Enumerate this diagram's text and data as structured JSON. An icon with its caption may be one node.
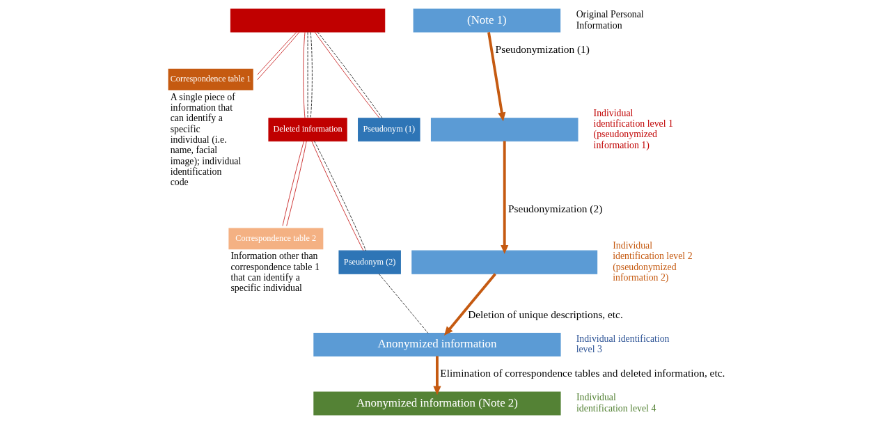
{
  "diagram": {
    "nodes": [
      {
        "text": [],
        "shape": "box"
      },
      {
        "text": [
          "(Note 1)"
        ],
        "beside": [
          "Original Personal Information"
        ]
      },
      {
        "text": [
          "Correspondence table 1"
        ],
        "beside": [
          "A single piece of information that can identify a specific individual (i.e. name, facial image); individual identification code"
        ]
      },
      {
        "text": [
          "Deleted information"
        ]
      },
      {
        "text": [
          "Pseudonym (1)"
        ]
      },
      {
        "text": [],
        "shape": "box",
        "beside": [
          "Individual identification level 1 (pseudonymized information 1)"
        ]
      },
      {
        "text": [
          "Correspondence table 2"
        ],
        "beside": [
          "Information other than correspondence table 1 that can identify a specific individual"
        ]
      },
      {
        "text": [
          "Pseudonym (2)"
        ]
      },
      {
        "text": [],
        "shape": "box",
        "beside": [
          "Individual identification level 2 (pseudonymized information 2)"
        ]
      },
      {
        "text": [
          "Anonymized information"
        ],
        "beside": [
          "Individual identification level 3"
        ]
      },
      {
        "text": [
          "Anonymized information (Note 2)"
        ],
        "beside": [
          "Individual identification level 4"
        ]
      }
    ],
    "edges": [
      {
        "from": 0,
        "to": 2,
        "arrow": "none",
        "color": "#c00000"
      },
      {
        "from": 0,
        "to": 2,
        "arrow": "none",
        "color": "#c00000"
      },
      {
        "from": 0,
        "to": 3,
        "arrow": "none",
        "color": "#c00000"
      },
      {
        "from": 0,
        "to": 4,
        "arrow": "none",
        "color": "#c00000"
      },
      {
        "from": 0,
        "to": 3,
        "arrow": "none",
        "style": "dashed",
        "color": "#000000"
      },
      {
        "from": 0,
        "to": 3,
        "arrow": "none",
        "style": "dashed",
        "color": "#000000"
      },
      {
        "from": 0,
        "to": 4,
        "arrow": "none",
        "style": "dashed",
        "color": "#000000"
      },
      {
        "from": 1,
        "to": 5,
        "arrow": "to",
        "label": "Pseudonymization (1)",
        "style": "thick",
        "color": "#c55a11"
      },
      {
        "from": 3,
        "to": 6,
        "arrow": "none",
        "color": "#c00000"
      },
      {
        "from": 3,
        "to": 6,
        "arrow": "none",
        "color": "#c00000"
      },
      {
        "from": 3,
        "to": 7,
        "arrow": "none",
        "color": "#c00000"
      },
      {
        "from": 3,
        "to": 7,
        "arrow": "none",
        "style": "dashed",
        "color": "#000000"
      },
      {
        "from": 5,
        "to": 8,
        "arrow": "to",
        "label": "Pseudonymization (2)",
        "style": "thick",
        "color": "#c55a11"
      },
      {
        "from": 7,
        "to": 9,
        "arrow": "none",
        "style": "dashed",
        "color": "#000000"
      },
      {
        "from": 8,
        "to": 9,
        "arrow": "to",
        "label": "Deletion of unique descriptions, etc.",
        "style": "thick",
        "color": "#c55a11"
      },
      {
        "from": 9,
        "to": 10,
        "arrow": "to",
        "label": "Elimination of correspondence tables and deleted information, etc.",
        "style": "thick",
        "color": "#c55a11"
      }
    ]
  }
}
